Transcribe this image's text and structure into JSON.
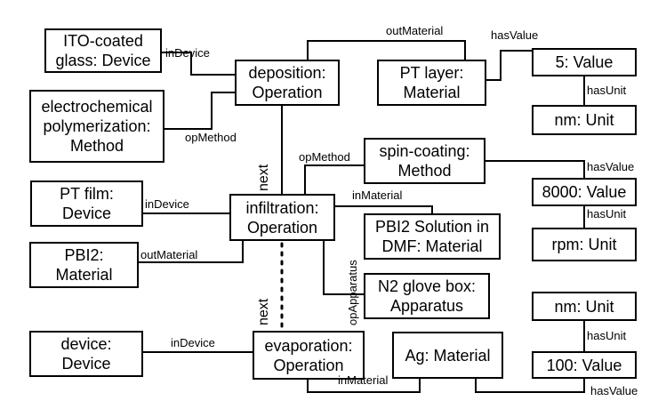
{
  "nodes": {
    "ito": "ITO-coated\nglass: Device",
    "deposition": "deposition:\nOperation",
    "pt_layer": "PT layer:\nMaterial",
    "five": "5: Value",
    "nm1": "nm: Unit",
    "electrochem": "electrochemical\npolymerization:\nMethod",
    "spin": "spin-coating:\nMethod",
    "val8000": "8000: Value",
    "rpm": "rpm: Unit",
    "pt_film": "PT film:\nDevice",
    "infiltration": "infiltration:\nOperation",
    "pbi2_sol": "PBI2 Solution in\nDMF: Material",
    "pbi2": "PBI2:\nMaterial",
    "glovebox": "N2 glove box:\nApparatus",
    "nm2": "nm: Unit",
    "device": "device:\nDevice",
    "evaporation": "evaporation:\nOperation",
    "ag": "Ag: Material",
    "val100": "100: Value"
  },
  "edges": {
    "ito_indevice": "inDevice",
    "dep_outmaterial": "outMaterial",
    "pt_hasvalue": "hasValue",
    "five_hasunit": "hasUnit",
    "dep_opmethod": "opMethod",
    "dep_next": "next",
    "inf_opmethod": "opMethod",
    "spin_hasvalue": "hasValue",
    "v8000_hasunit": "hasUnit",
    "ptfilm_indevice": "inDevice",
    "inf_inmaterial": "inMaterial",
    "pbi2_outmaterial": "outMaterial",
    "inf_opapparatus": "opApparatus",
    "inf_next": "next",
    "v100_hasunit": "hasUnit",
    "device_indevice": "inDevice",
    "evap_inmaterial": "inMaterial",
    "ag_hasvalue": "hasValue"
  }
}
